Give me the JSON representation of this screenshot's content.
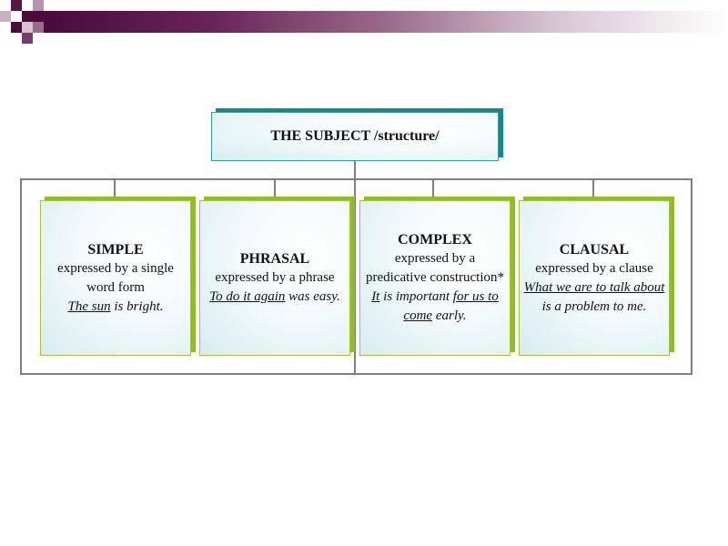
{
  "header": {
    "colors": {
      "dark": "#4a0a3a",
      "mid": "#8c4f7d",
      "light": "#d2bfcc"
    }
  },
  "diagram": {
    "root": {
      "label": "THE SUBJECT /structure/"
    },
    "categories": [
      {
        "title": "SIMPLE",
        "description": "expressed by a single word form",
        "example": {
          "underlined": "The sun",
          "rest": " is bright."
        }
      },
      {
        "title": "PHRASAL",
        "description": "expressed by a phrase",
        "example": {
          "underlined": "To do it again",
          "rest": " was easy."
        }
      },
      {
        "title": "COMPLEX",
        "description": "expressed by a predicative construction*",
        "example": {
          "u1": "It",
          "mid": " is important ",
          "u2": "for us to come",
          "rest": " early."
        }
      },
      {
        "title": "CLAUSAL",
        "description": "expressed by a clause",
        "example": {
          "underlined": "What we are to talk about",
          "rest": " is a problem to me."
        }
      }
    ],
    "colors": {
      "root_border": "#2aa3a3",
      "category_border": "#8fbf1a",
      "connector": "#7f7f7f"
    }
  }
}
